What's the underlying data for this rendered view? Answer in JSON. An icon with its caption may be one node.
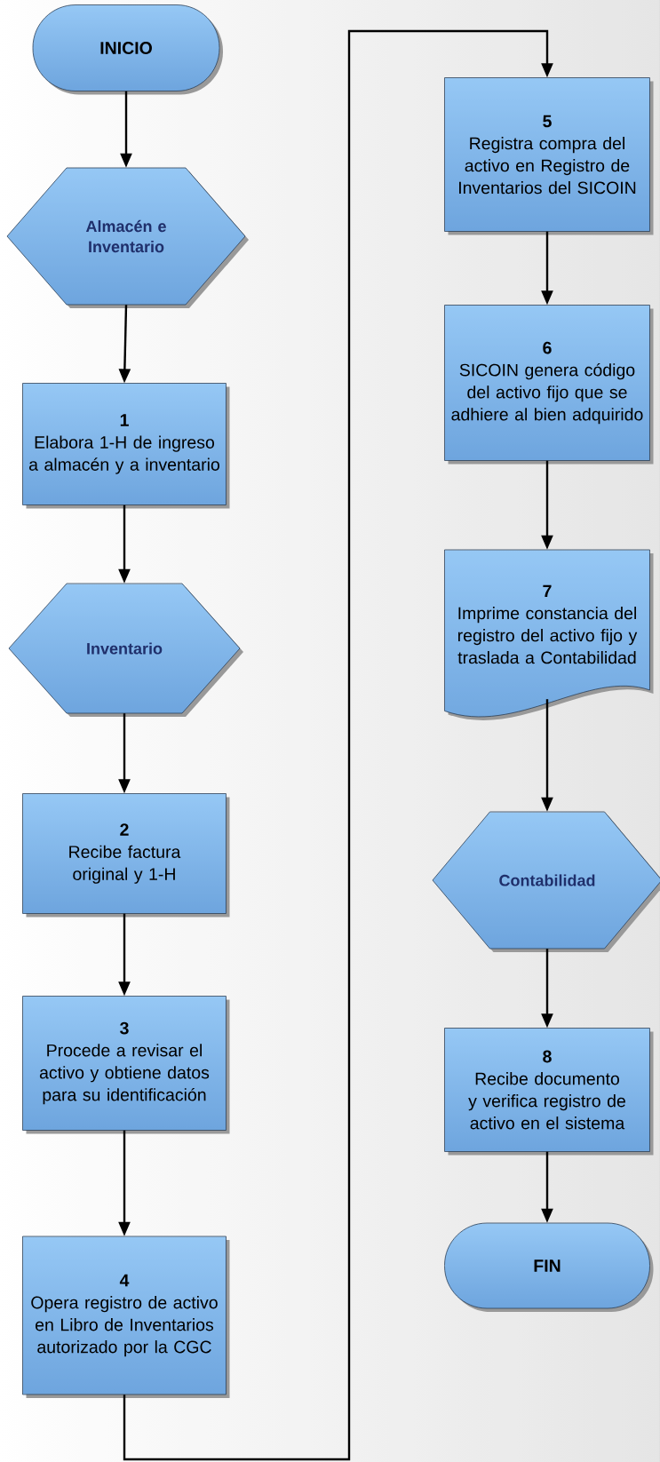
{
  "diagram": {
    "nodes": [
      {
        "text": [
          "INICIO"
        ]
      },
      {
        "text": [
          "Almacén e Inventario"
        ]
      },
      {
        "text": [
          "1",
          "Elabora 1-H de ingreso a almacén y a inventario"
        ]
      },
      {
        "text": [
          "Inventario"
        ]
      },
      {
        "text": [
          "2",
          "Recibe factura original y 1-H"
        ]
      },
      {
        "text": [
          "3",
          "Procede a revisar el activo y obtiene datos para su identificación"
        ]
      },
      {
        "text": [
          "4",
          "Opera registro de activo en Libro de Inventarios autorizado por la CGC"
        ]
      },
      {
        "text": [
          "5",
          "Registra compra del activo en Registro de Inventarios del SICOIN"
        ]
      },
      {
        "text": [
          "6",
          "SICOIN genera código del activo fijo que se adhiere al bien adquirido"
        ]
      },
      {
        "text": [
          "7",
          "Imprime constancia del registro del activo fijo y traslada a Contabilidad"
        ]
      },
      {
        "text": [
          "Contabilidad"
        ]
      },
      {
        "text": [
          "8",
          "Recibe documento y verifica registro de activo en el sistema"
        ]
      },
      {
        "text": [
          "FIN"
        ]
      }
    ],
    "edges": [
      {
        "from": 0,
        "to": 1,
        "arrow": "to"
      },
      {
        "from": 1,
        "to": 2,
        "arrow": "to"
      },
      {
        "from": 2,
        "to": 3,
        "arrow": "to"
      },
      {
        "from": 3,
        "to": 4,
        "arrow": "to"
      },
      {
        "from": 4,
        "to": 5,
        "arrow": "to"
      },
      {
        "from": 5,
        "to": 6,
        "arrow": "to"
      },
      {
        "from": 6,
        "to": 7,
        "arrow": "to"
      },
      {
        "from": 7,
        "to": 8,
        "arrow": "to"
      },
      {
        "from": 8,
        "to": 9,
        "arrow": "to"
      },
      {
        "from": 9,
        "to": 10,
        "arrow": "to"
      },
      {
        "from": 10,
        "to": 11,
        "arrow": "to"
      },
      {
        "from": 11,
        "to": 12,
        "arrow": "to"
      }
    ]
  }
}
